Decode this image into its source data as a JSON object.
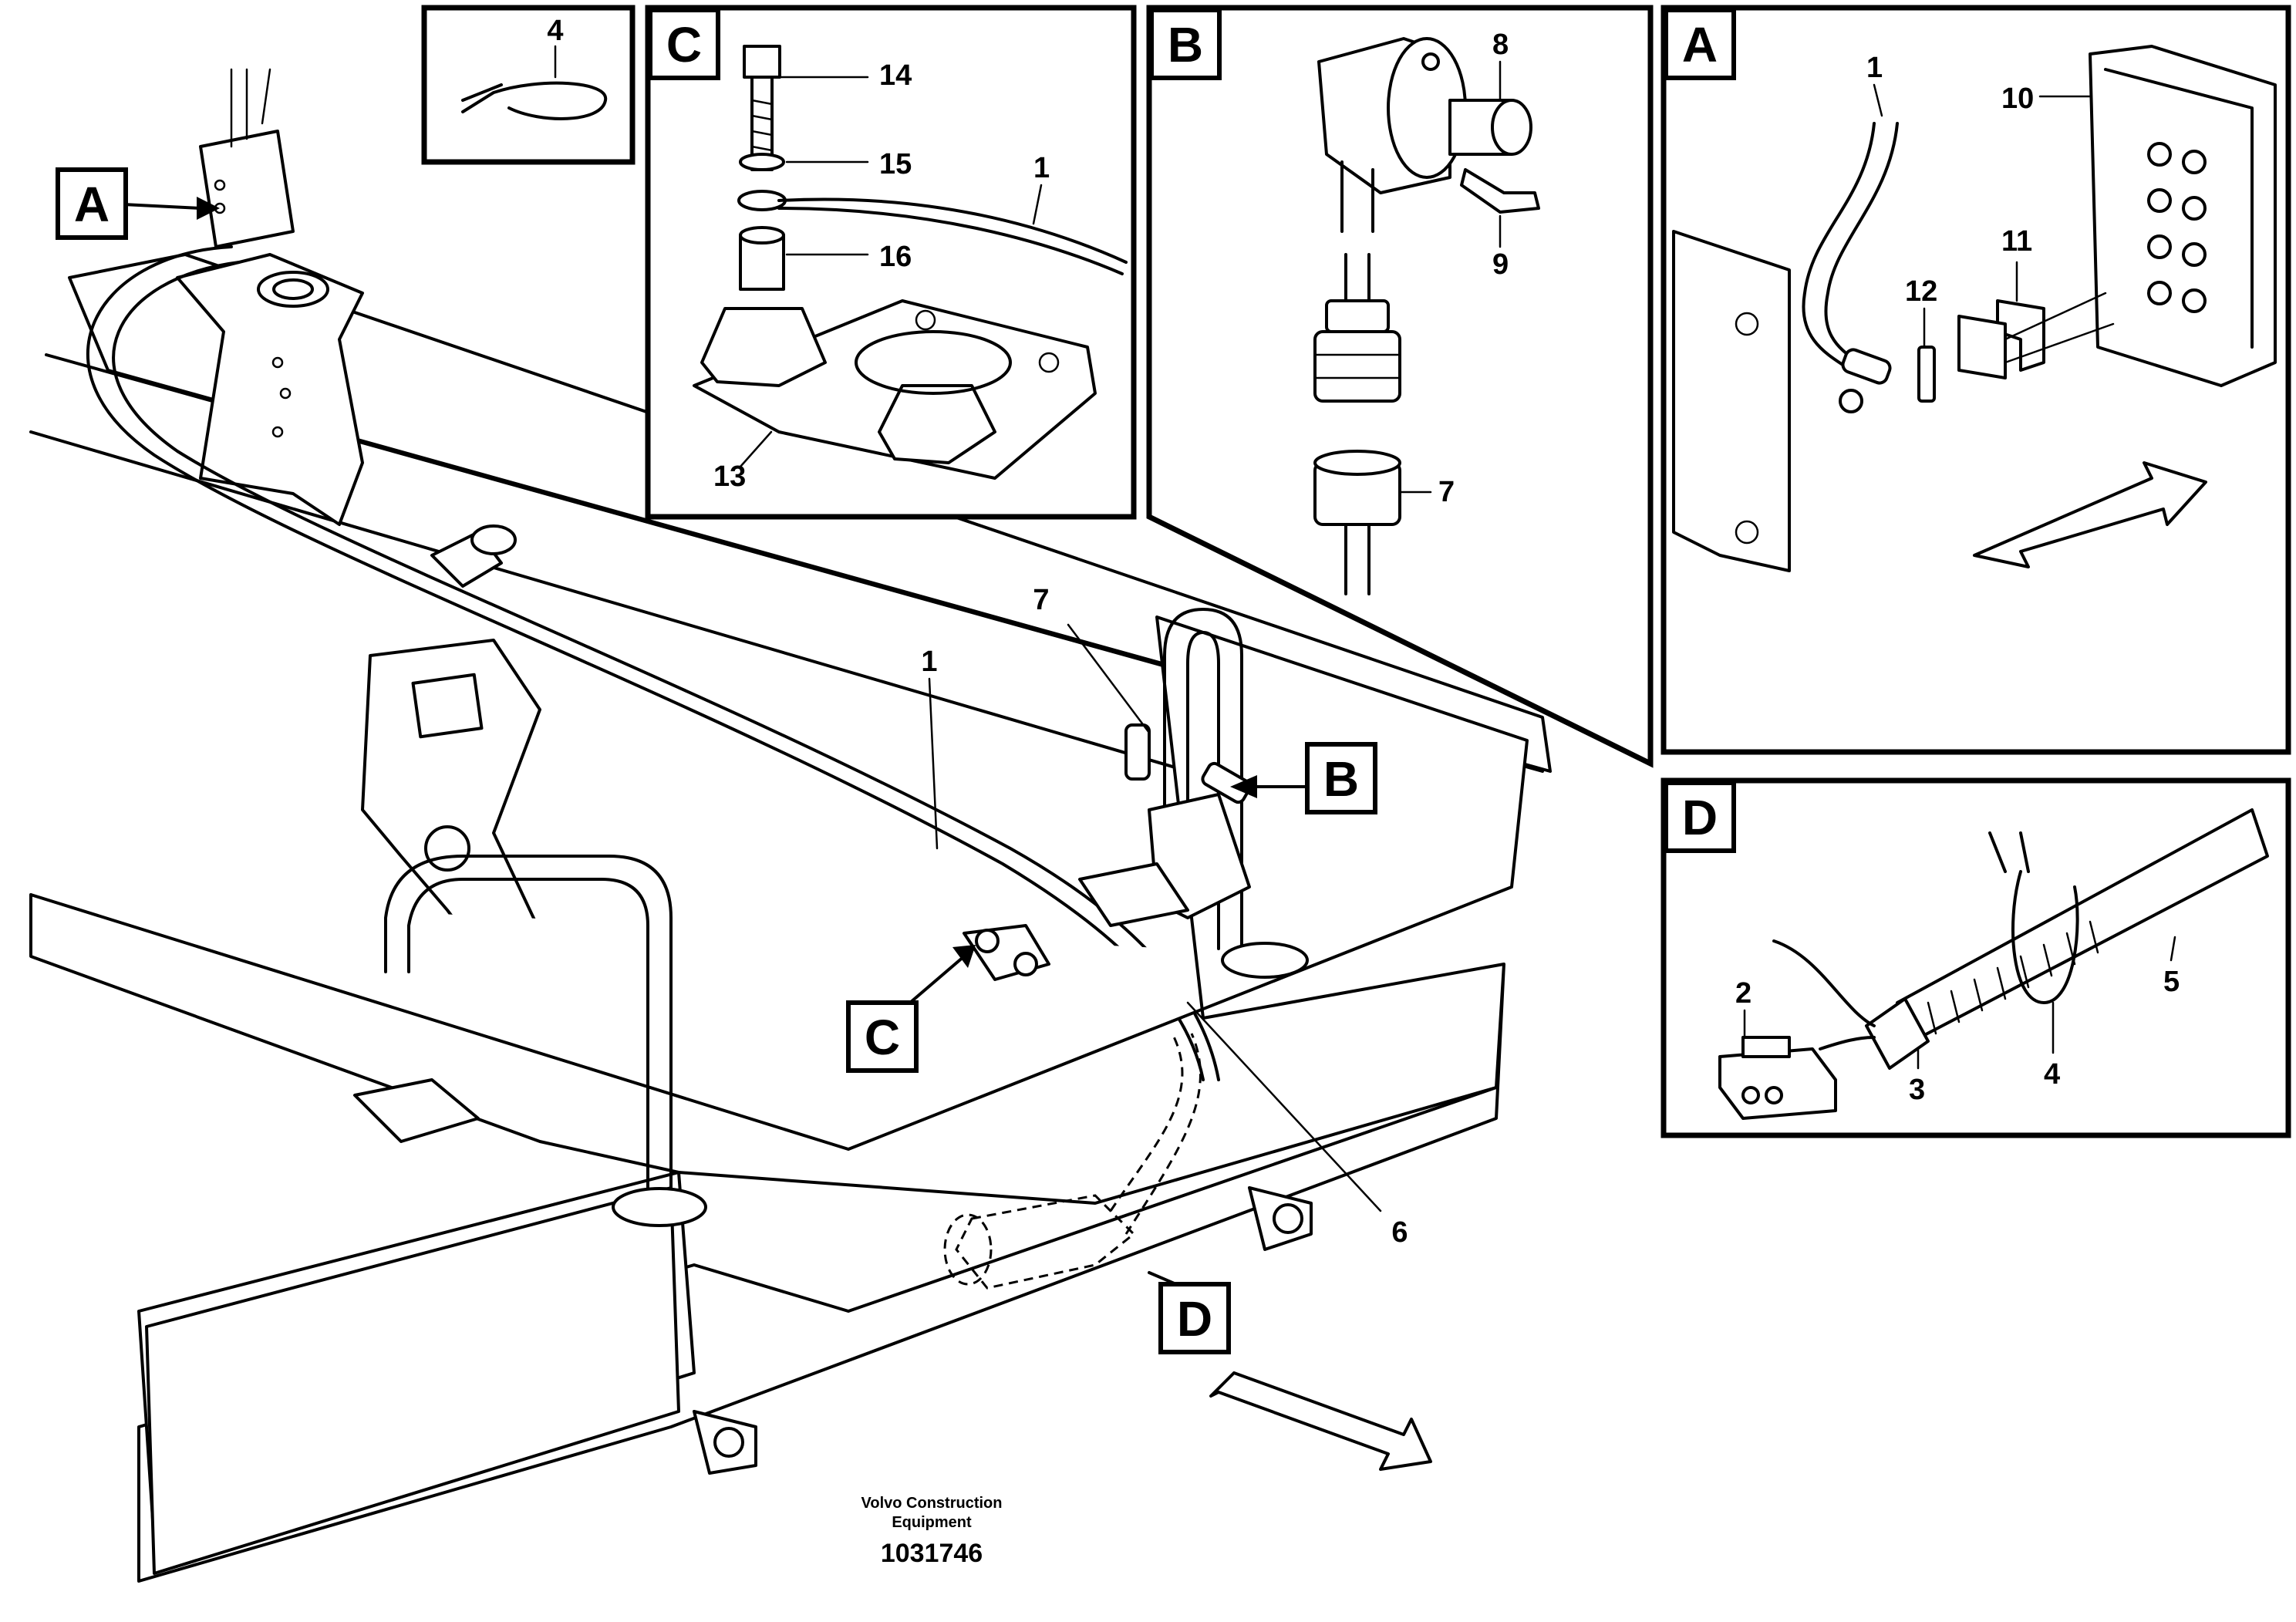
{
  "callouts": {
    "main_a": "A",
    "main_b": "B",
    "main_c": "C",
    "main_d": "D",
    "panel_c": "C",
    "panel_b": "B",
    "panel_a": "A",
    "panel_d": "D"
  },
  "main_numbers": {
    "n1": "1",
    "n7": "7",
    "n6": "6"
  },
  "panel_tie": {
    "n4": "4"
  },
  "panel_c_numbers": {
    "n14": "14",
    "n15": "15",
    "n16": "16",
    "n1": "1",
    "n13": "13"
  },
  "panel_b_numbers": {
    "n8": "8",
    "n9": "9",
    "n7": "7"
  },
  "panel_a_numbers": {
    "n1": "1",
    "n10": "10",
    "n11": "11",
    "n12": "12"
  },
  "panel_d_numbers": {
    "n2": "2",
    "n3": "3",
    "n4": "4",
    "n5": "5"
  },
  "footer": {
    "company_line1": "Volvo Construction",
    "company_line2": "Equipment",
    "drawing_number": "1031746"
  }
}
